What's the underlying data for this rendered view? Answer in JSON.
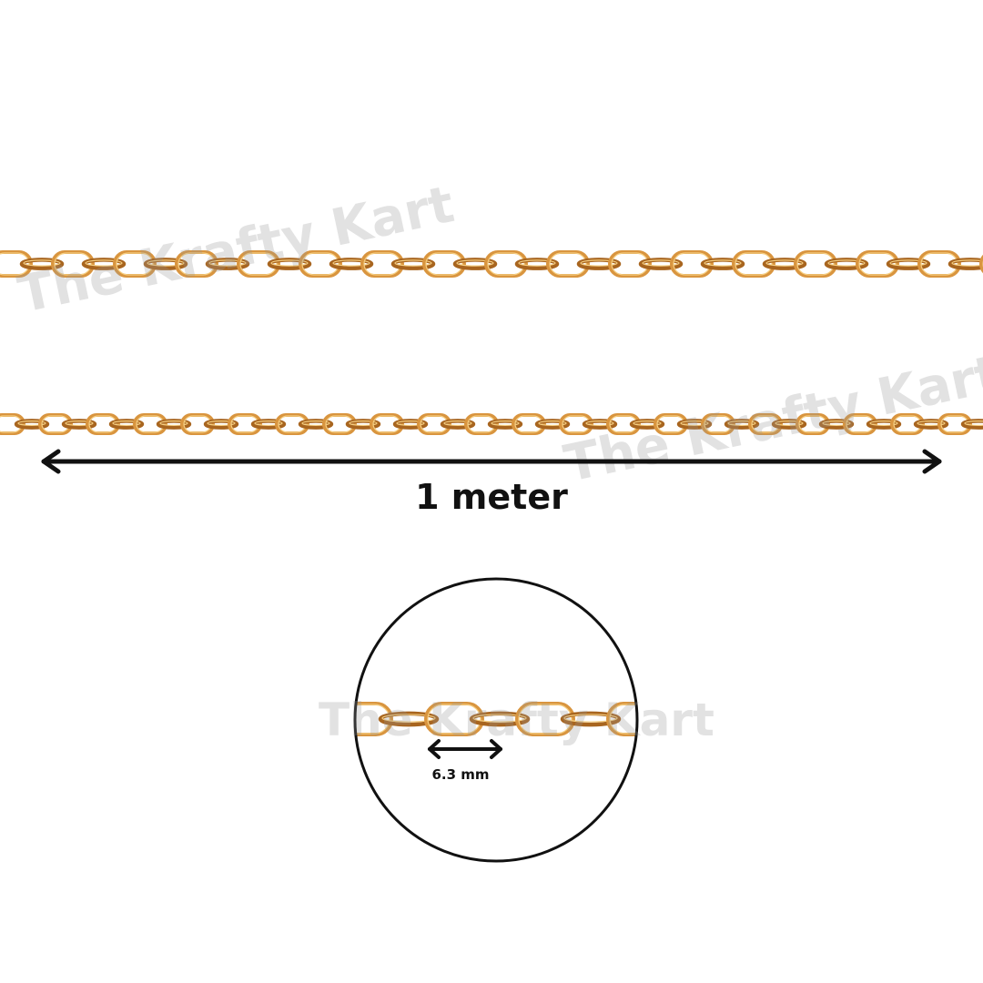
{
  "length_label": "1 meter",
  "link_size_label": "6.3 mm",
  "watermark_text": "The Krafty Kart",
  "colors": {
    "chain_gold": "#d9953f",
    "chain_highlight": "#f6cf82",
    "chain_shadow": "#a8651f",
    "arrow": "#111111",
    "circle": "#111111",
    "watermark": "#9a9a9a"
  }
}
